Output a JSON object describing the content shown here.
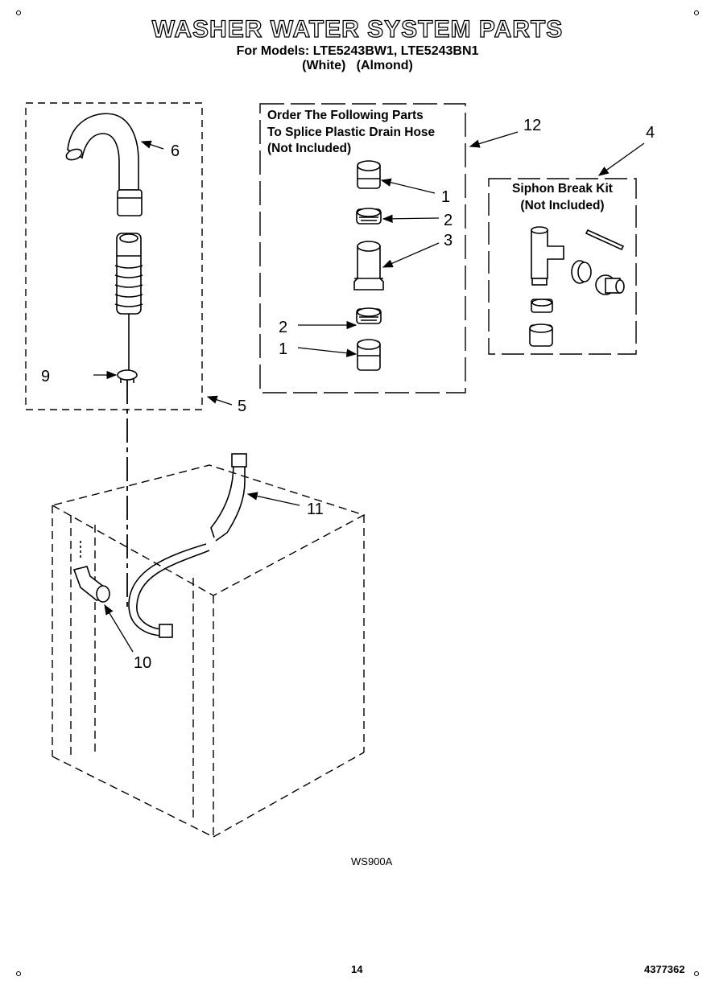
{
  "header": {
    "title": "WASHER WATER SYSTEM PARTS",
    "models": "For Models: LTE5243BW1, LTE5243BN1",
    "colors": "(White)   (Almond)"
  },
  "splice_box": {
    "lines": [
      "Order The Following Parts",
      "To Splice Plastic Drain Hose",
      "(Not Included)"
    ]
  },
  "siphon_box": {
    "lines": [
      "Siphon Break Kit",
      "(Not Included)"
    ]
  },
  "callouts": {
    "c1_top": "1",
    "c2_top": "2",
    "c3": "3",
    "c2_bottom": "2",
    "c1_bottom": "1",
    "c4": "4",
    "c5": "5",
    "c6": "6",
    "c9": "9",
    "c10": "10",
    "c11": "11",
    "c12": "12"
  },
  "footer": {
    "diagram_code": "WS900A",
    "page_number": "14",
    "doc_number": "4377362"
  }
}
